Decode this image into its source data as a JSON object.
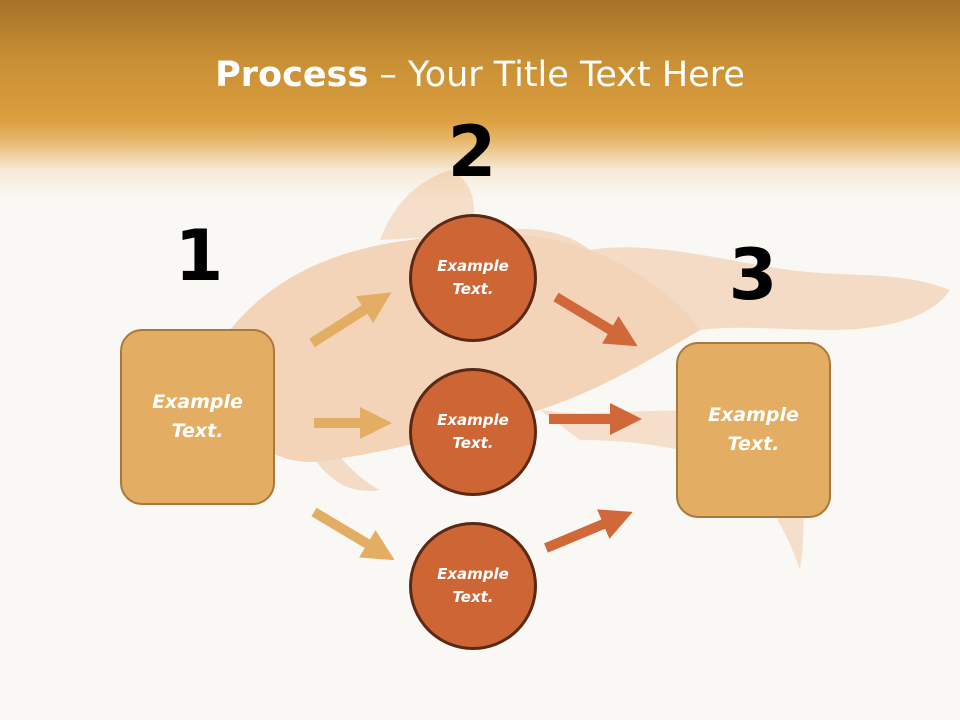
{
  "slide": {
    "title_bold": "Process",
    "title_rest": " – Your Title Text Here"
  },
  "steps": {
    "one": "1",
    "two": "2",
    "three": "3"
  },
  "left_box": {
    "text": "Example Text."
  },
  "right_box": {
    "text": "Example Text."
  },
  "circles": [
    {
      "text": "Example Text."
    },
    {
      "text": "Example Text."
    },
    {
      "text": "Example Text."
    }
  ],
  "colors": {
    "header_top": "#a67228",
    "header_mid": "#dc9f40",
    "box_fill": "#e3ae63",
    "box_border": "#a7793a",
    "circle_fill": "#ce6534",
    "circle_border": "#5b2813",
    "arrow_light": "#e3ae63",
    "arrow_dark": "#d0683a"
  },
  "background_image": "goldfish-watermark"
}
